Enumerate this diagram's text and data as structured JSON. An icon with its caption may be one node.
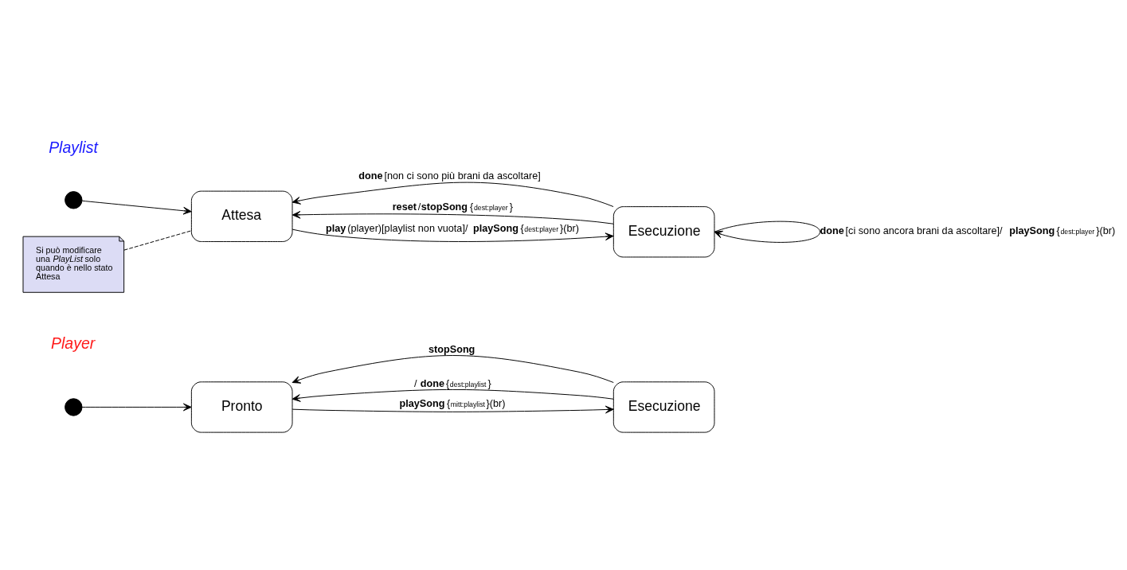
{
  "diagram": {
    "nodes": [
      {
        "text": [],
        "shape": "circle"
      },
      {
        "text": [
          "Attesa"
        ]
      },
      {
        "text": [
          "Esecuzione"
        ]
      },
      {
        "text": [
          "Si può modificare una *PlayList* solo quando è nello stato Attesa"
        ]
      },
      {
        "text": [],
        "shape": "circle"
      },
      {
        "text": [
          "Pronto"
        ]
      },
      {
        "text": [
          "Esecuzione"
        ]
      }
    ],
    "edges": [
      {
        "from": 0,
        "to": 1,
        "arrow": "to"
      },
      {
        "from": 1,
        "to": 2,
        "arrow": "to",
        "label": "**play**(player)[playlist non vuota]/**playSong**{$_{dest:player}$}(br)"
      },
      {
        "from": 2,
        "to": 1,
        "arrow": "to",
        "label": "**reset**/**stopSong**{$_{dest:player}$}"
      },
      {
        "from": 2,
        "to": 2,
        "arrow": "to",
        "label": "**done**[ci sono ancora brani da ascoltare]/**playSong**{$_{dest:player}$}(br)"
      },
      {
        "from": 2,
        "to": 1,
        "arrow": "to",
        "label": "**done**[non ci sono più brani da ascoltare]"
      },
      {
        "from": 3,
        "to": 1,
        "arrow": "none",
        "style": "dashed"
      },
      {
        "from": 4,
        "to": 5,
        "arrow": "to"
      },
      {
        "from": 5,
        "to": 6,
        "arrow": "to",
        "label": "**playSong**{$_{mitt:playlist}$}(br)"
      },
      {
        "from": 6,
        "to": 5,
        "arrow": "to",
        "label": "/ **done**{$_{dest:playlist}$}"
      },
      {
        "from": 6,
        "to": 5,
        "arrow": "to",
        "label": "**stopSong**"
      }
    ],
    "labels": [
      "Playlist",
      "Player"
    ]
  }
}
